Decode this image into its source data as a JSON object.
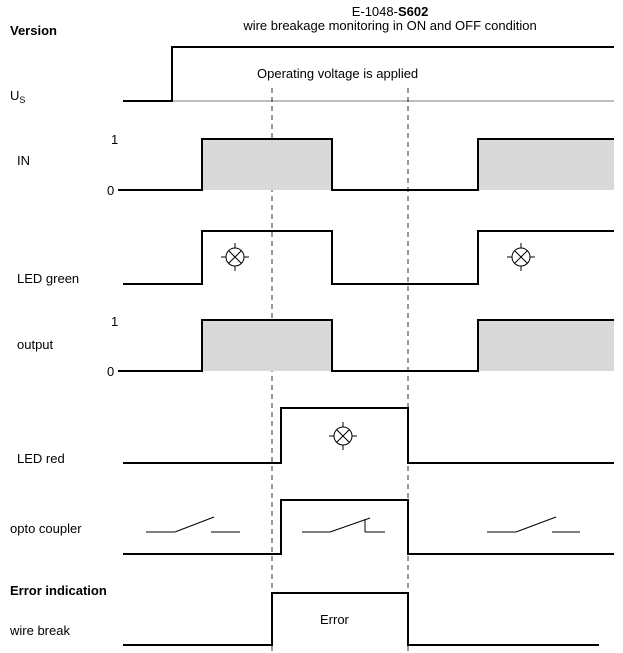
{
  "header": {
    "code_prefix": "E-1048-",
    "code_bold": "S602",
    "subtitle": "wire breakage monitoring in ON and OFF condition"
  },
  "version_label": "Version",
  "signals": {
    "us": {
      "label": "U",
      "subscript": "S",
      "note": "Operating voltage is applied"
    },
    "in": {
      "label": "IN",
      "level_high": "1",
      "level_low": "0"
    },
    "led_green": {
      "label": "LED green"
    },
    "output": {
      "label": "output",
      "level_high": "1",
      "level_low": "0"
    },
    "led_red": {
      "label": "LED red"
    },
    "opto": {
      "label": "opto coupler"
    },
    "error_section": {
      "title": "Error indication"
    },
    "wire_break": {
      "label": "wire break",
      "box_text": "Error"
    }
  },
  "colors": {
    "fill_gray": "#d9d9d9",
    "line": "#000000"
  },
  "icons": [
    "lamp-icon",
    "switch-open-icon",
    "switch-closed-icon"
  ]
}
